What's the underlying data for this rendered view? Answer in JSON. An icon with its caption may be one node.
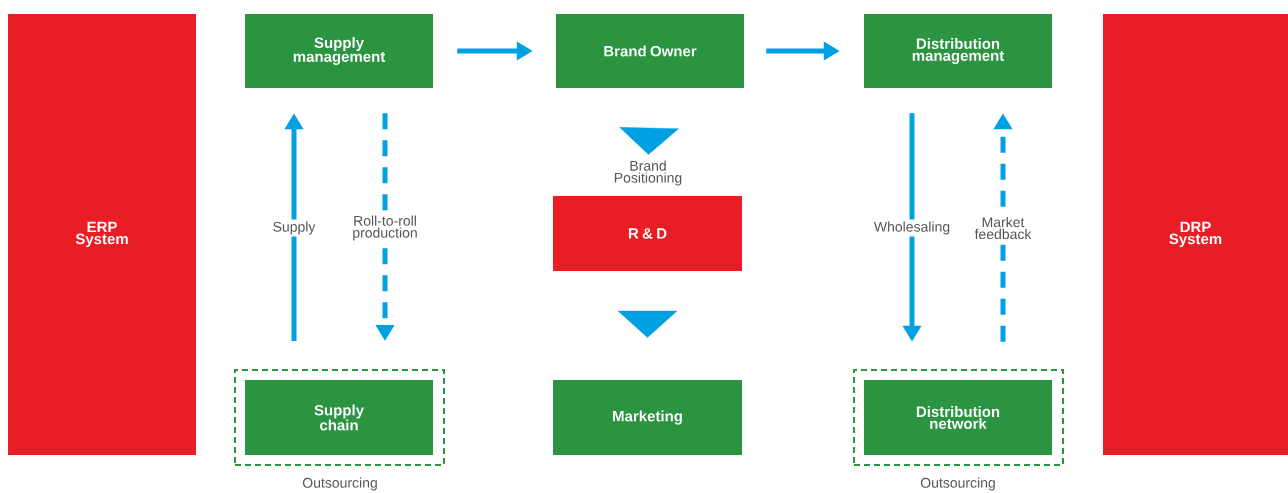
{
  "diagram": {
    "nodes": [
      {
        "text": [
          "ERP System"
        ]
      },
      {
        "text": [
          "Supply management"
        ]
      },
      {
        "text": [
          "Brand Owner"
        ]
      },
      {
        "text": [
          "Distribution management"
        ]
      },
      {
        "text": [
          "DRP System"
        ]
      },
      {
        "text": [
          "R & D"
        ]
      },
      {
        "text": [],
        "shape": "box",
        "beside": [
          "Outsourcing"
        ]
      },
      {
        "text": [
          "Supply chain"
        ],
        "in": 6
      },
      {
        "text": [
          "Marketing"
        ]
      },
      {
        "text": [],
        "shape": "box",
        "beside": [
          "Outsourcing"
        ]
      },
      {
        "text": [
          "Distribution network"
        ],
        "in": 9
      }
    ],
    "edges": [
      {
        "from": 1,
        "to": 2,
        "arrow": "to"
      },
      {
        "from": 2,
        "to": 3,
        "arrow": "to"
      },
      {
        "from": 2,
        "to": 5,
        "arrow": "to",
        "label": "Brand Positioning"
      },
      {
        "from": 5,
        "to": 8,
        "arrow": "to"
      },
      {
        "from": 6,
        "to": 1,
        "arrow": "to",
        "label": "Supply"
      },
      {
        "from": 1,
        "to": 6,
        "arrow": "to",
        "label": "Roll-to-roll production",
        "style": "dashed"
      },
      {
        "from": 3,
        "to": 10,
        "arrow": "to",
        "label": "Wholesaling"
      },
      {
        "from": 10,
        "to": 3,
        "arrow": "to",
        "label": "Market feedback",
        "style": "dashed"
      }
    ]
  }
}
